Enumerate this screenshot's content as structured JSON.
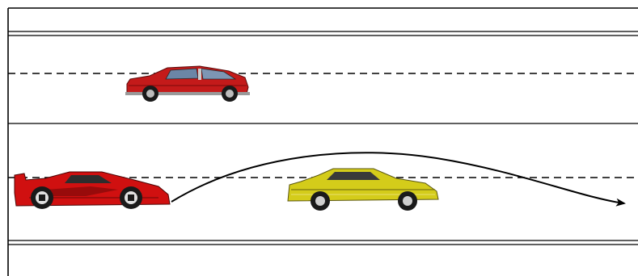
{
  "colors": {
    "background": "#ffffff",
    "road_line": "#000000",
    "red_hatchback_body": "#c41a1a",
    "red_sports_car_body": "#d01010",
    "yellow_coupe_body": "#d4cc1a",
    "tire": "#1a1a1a"
  },
  "vehicles": [
    {
      "name": "red-hatchback",
      "lane": "upper",
      "color_key": "red_hatchback_body"
    },
    {
      "name": "red-sports-car",
      "lane": "lower",
      "color_key": "red_sports_car_body"
    },
    {
      "name": "yellow-coupe",
      "lane": "lower",
      "color_key": "yellow_coupe_body"
    }
  ],
  "maneuver": {
    "type": "overtake",
    "arrow": "curved-arrow"
  }
}
